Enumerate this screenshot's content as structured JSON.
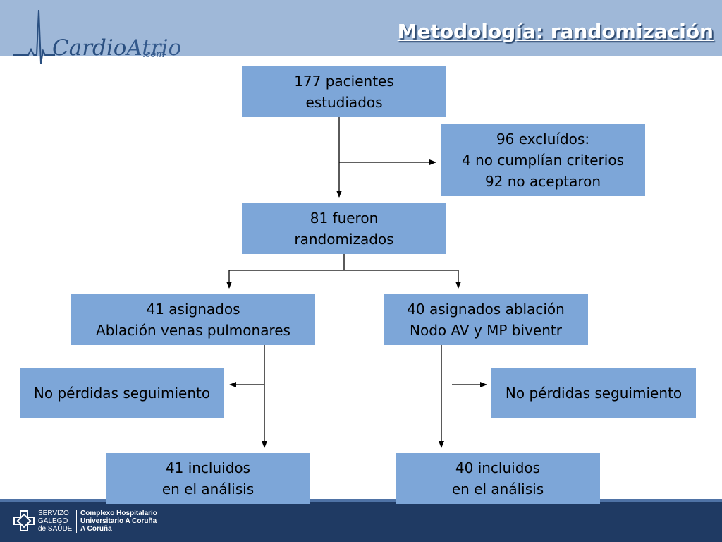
{
  "header": {
    "logo_main": "Cardio",
    "logo_accent": "Atrio",
    "logo_sub": ".com",
    "title": "Metodología: randomización"
  },
  "flow": {
    "studied": "177 pacientes\nestudiados",
    "excluded": "96 excluídos:\n4 no cumplían criterios\n92 no aceptaron",
    "randomized": "81 fueron\nrandomizados",
    "arm_left": "41 asignados\nAblación venas pulmonares",
    "arm_right": "40 asignados ablación\nNodo AV y MP biventr",
    "loss_left": "No pérdidas seguimiento",
    "loss_right": "No pérdidas seguimiento",
    "analysis_left": "41 incluidos\nen el análisis",
    "analysis_right": "40 incluidos\nen el análisis"
  },
  "footer": {
    "servizo": "SERVIZO\nGALEGO\nde SAÚDE",
    "hospital": "Complexo Hospitalario\nUniversitario A Coruña\nA Coruña"
  },
  "colors": {
    "header_band": "#9fb8d8",
    "box_fill": "#7da6d8",
    "footer_band": "#1f3a63",
    "title_text": "#ffffff"
  }
}
